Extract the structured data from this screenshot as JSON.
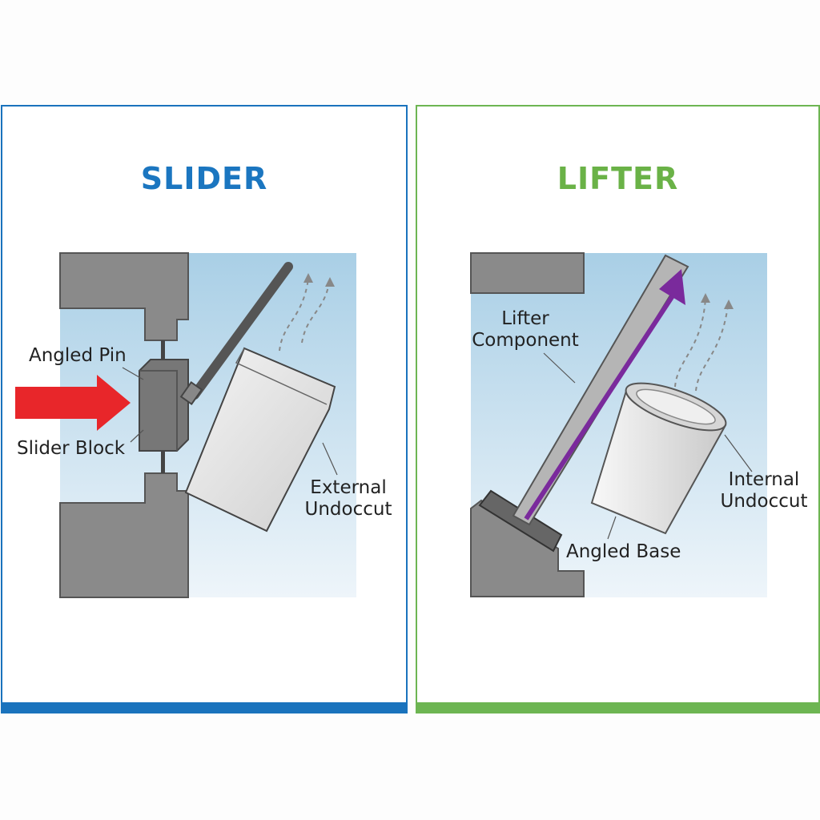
{
  "slider": {
    "title": "SLIDER",
    "labels": {
      "angled_pin": "Angled Pin",
      "slider_block": "Slider Block",
      "external_line1": "External",
      "external_line2": "Undoccut"
    }
  },
  "lifter": {
    "title": "LIFTER",
    "labels": {
      "component_line1": "Lifter",
      "component_line2": "Component",
      "internal_line1": "Internal",
      "internal_line2": "Undoccut",
      "angled_base": "Angled Base"
    }
  },
  "colors": {
    "slider_accent": "#1a73bd",
    "lifter_accent": "#6db552",
    "push_arrow": "#e8262a",
    "lift_arrow": "#7a2a9c"
  },
  "icons": [
    "push-arrow-icon",
    "lift-arrow-icon",
    "dashed-motion-arrow-icon"
  ]
}
